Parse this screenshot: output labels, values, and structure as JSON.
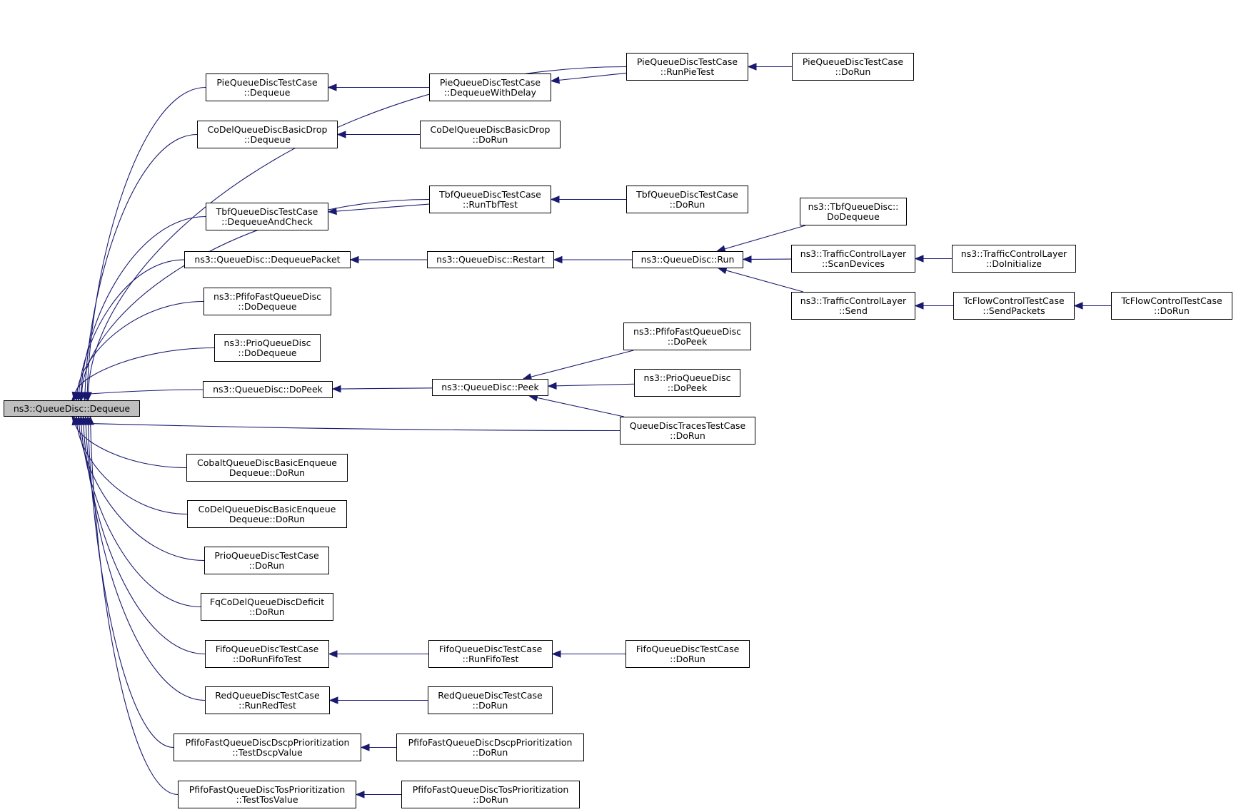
{
  "diagram": {
    "colors": {
      "edge": "#191970",
      "focus_fill": "#bfbfbf",
      "node_border": "#000000"
    },
    "nodes": [
      {
        "id": "dequeue",
        "line1": "ns3::QueueDisc::Dequeue",
        "line2": "",
        "focus": true
      },
      {
        "id": "pie_runpie",
        "line1": "PieQueueDiscTestCase",
        "line2": "::RunPieTest"
      },
      {
        "id": "pie_dorun",
        "line1": "PieQueueDiscTestCase",
        "line2": "::DoRun"
      },
      {
        "id": "pie_dequeue",
        "line1": "PieQueueDiscTestCase",
        "line2": "::Dequeue"
      },
      {
        "id": "pie_delay",
        "line1": "PieQueueDiscTestCase",
        "line2": "::DequeueWithDelay"
      },
      {
        "id": "codel_drop_deq",
        "line1": "CoDelQueueDiscBasicDrop",
        "line2": "::Dequeue"
      },
      {
        "id": "codel_drop_run",
        "line1": "CoDelQueueDiscBasicDrop",
        "line2": "::DoRun"
      },
      {
        "id": "tbf_runtbf",
        "line1": "TbfQueueDiscTestCase",
        "line2": "::RunTbfTest"
      },
      {
        "id": "tbf_dorun",
        "line1": "TbfQueueDiscTestCase",
        "line2": "::DoRun"
      },
      {
        "id": "tbf_check",
        "line1": "TbfQueueDiscTestCase",
        "line2": "::DequeueAndCheck"
      },
      {
        "id": "tbfqd_dodeq",
        "line1": "ns3::TbfQueueDisc::",
        "line2": "DoDequeue"
      },
      {
        "id": "qd_deqpkt",
        "line1": "ns3::QueueDisc::DequeuePacket",
        "line2": ""
      },
      {
        "id": "qd_restart",
        "line1": "ns3::QueueDisc::Restart",
        "line2": ""
      },
      {
        "id": "qd_run",
        "line1": "ns3::QueueDisc::Run",
        "line2": ""
      },
      {
        "id": "tcl_scan",
        "line1": "ns3::TrafficControlLayer",
        "line2": "::ScanDevices"
      },
      {
        "id": "tcl_init",
        "line1": "ns3::TrafficControlLayer",
        "line2": "::DoInitialize"
      },
      {
        "id": "tcl_send",
        "line1": "ns3::TrafficControlLayer",
        "line2": "::Send"
      },
      {
        "id": "tcf_send",
        "line1": "TcFlowControlTestCase",
        "line2": "::SendPackets"
      },
      {
        "id": "tcf_dorun",
        "line1": "TcFlowControlTestCase",
        "line2": "::DoRun"
      },
      {
        "id": "pfifo_dodeq",
        "line1": "ns3::PfifoFastQueueDisc",
        "line2": "::DoDequeue"
      },
      {
        "id": "prio_dodeq",
        "line1": "ns3::PrioQueueDisc",
        "line2": "::DoDequeue"
      },
      {
        "id": "pfifo_dopeek",
        "line1": "ns3::PfifoFastQueueDisc",
        "line2": "::DoPeek"
      },
      {
        "id": "qd_dopeek",
        "line1": "ns3::QueueDisc::DoPeek",
        "line2": ""
      },
      {
        "id": "qd_peek",
        "line1": "ns3::QueueDisc::Peek",
        "line2": ""
      },
      {
        "id": "prio_dopeek",
        "line1": "ns3::PrioQueueDisc",
        "line2": "::DoPeek"
      },
      {
        "id": "traces_dorun",
        "line1": "QueueDiscTracesTestCase",
        "line2": "::DoRun"
      },
      {
        "id": "cobalt",
        "line1": "CobaltQueueDiscBasicEnqueue",
        "line2": "Dequeue::DoRun"
      },
      {
        "id": "codel_enq",
        "line1": "CoDelQueueDiscBasicEnqueue",
        "line2": "Dequeue::DoRun"
      },
      {
        "id": "prio_test",
        "line1": "PrioQueueDiscTestCase",
        "line2": "::DoRun"
      },
      {
        "id": "fqcodel",
        "line1": "FqCoDelQueueDiscDeficit",
        "line2": "::DoRun"
      },
      {
        "id": "fifo_dorunfifo",
        "line1": "FifoQueueDiscTestCase",
        "line2": "::DoRunFifoTest"
      },
      {
        "id": "fifo_runfifo",
        "line1": "FifoQueueDiscTestCase",
        "line2": "::RunFifoTest"
      },
      {
        "id": "fifo_dorun",
        "line1": "FifoQueueDiscTestCase",
        "line2": "::DoRun"
      },
      {
        "id": "red_runred",
        "line1": "RedQueueDiscTestCase",
        "line2": "::RunRedTest"
      },
      {
        "id": "red_dorun",
        "line1": "RedQueueDiscTestCase",
        "line2": "::DoRun"
      },
      {
        "id": "dscp_test",
        "line1": "PfifoFastQueueDiscDscpPrioritization",
        "line2": "::TestDscpValue"
      },
      {
        "id": "dscp_dorun",
        "line1": "PfifoFastQueueDiscDscpPrioritization",
        "line2": "::DoRun"
      },
      {
        "id": "tos_test",
        "line1": "PfifoFastQueueDiscTosPrioritization",
        "line2": "::TestTosValue"
      },
      {
        "id": "tos_dorun",
        "line1": "PfifoFastQueueDiscTosPrioritization",
        "line2": "::DoRun"
      }
    ],
    "edges": [
      [
        "pie_runpie",
        "dequeue"
      ],
      [
        "pie_dorun",
        "pie_runpie"
      ],
      [
        "pie_dequeue",
        "dequeue"
      ],
      [
        "pie_delay",
        "pie_dequeue"
      ],
      [
        "pie_runpie",
        "pie_delay"
      ],
      [
        "codel_drop_deq",
        "dequeue"
      ],
      [
        "codel_drop_run",
        "codel_drop_deq"
      ],
      [
        "tbf_runtbf",
        "dequeue"
      ],
      [
        "tbf_dorun",
        "tbf_runtbf"
      ],
      [
        "tbf_check",
        "dequeue"
      ],
      [
        "tbf_runtbf",
        "tbf_check"
      ],
      [
        "qd_deqpkt",
        "dequeue"
      ],
      [
        "qd_restart",
        "qd_deqpkt"
      ],
      [
        "qd_run",
        "qd_restart"
      ],
      [
        "tbfqd_dodeq",
        "qd_run"
      ],
      [
        "tcl_scan",
        "qd_run"
      ],
      [
        "tcl_send",
        "qd_run"
      ],
      [
        "tcl_init",
        "tcl_scan"
      ],
      [
        "tcf_send",
        "tcl_send"
      ],
      [
        "tcf_dorun",
        "tcf_send"
      ],
      [
        "pfifo_dodeq",
        "dequeue"
      ],
      [
        "prio_dodeq",
        "dequeue"
      ],
      [
        "qd_dopeek",
        "dequeue"
      ],
      [
        "qd_peek",
        "qd_dopeek"
      ],
      [
        "pfifo_dopeek",
        "qd_peek"
      ],
      [
        "prio_dopeek",
        "qd_peek"
      ],
      [
        "traces_dorun",
        "qd_peek"
      ],
      [
        "traces_dorun",
        "dequeue"
      ],
      [
        "cobalt",
        "dequeue"
      ],
      [
        "codel_enq",
        "dequeue"
      ],
      [
        "prio_test",
        "dequeue"
      ],
      [
        "fqcodel",
        "dequeue"
      ],
      [
        "fifo_dorunfifo",
        "dequeue"
      ],
      [
        "fifo_runfifo",
        "fifo_dorunfifo"
      ],
      [
        "fifo_dorun",
        "fifo_runfifo"
      ],
      [
        "red_runred",
        "dequeue"
      ],
      [
        "red_dorun",
        "red_runred"
      ],
      [
        "dscp_test",
        "dequeue"
      ],
      [
        "dscp_dorun",
        "dscp_test"
      ],
      [
        "tos_test",
        "dequeue"
      ],
      [
        "tos_dorun",
        "tos_test"
      ]
    ]
  }
}
